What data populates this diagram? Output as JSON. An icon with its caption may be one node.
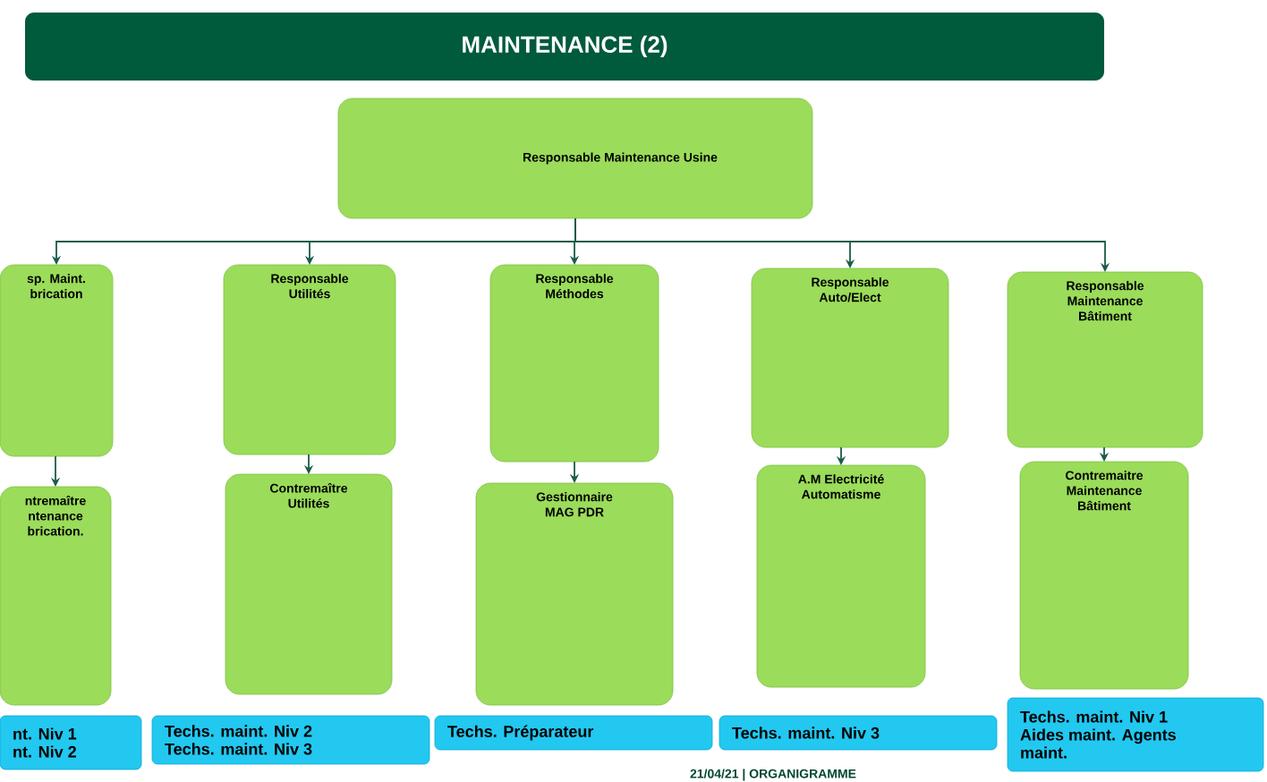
{
  "diagram": {
    "title": "MAINTENANCE (2)",
    "nodes": [
      {
        "text": [
          "Responsable Maintenance Usine"
        ]
      },
      {
        "text": [
          "sp. Maint. brication"
        ]
      },
      {
        "text": [
          "Responsable Utilités"
        ]
      },
      {
        "text": [
          "Responsable Méthodes"
        ]
      },
      {
        "text": [
          "Responsable Auto/Elect"
        ]
      },
      {
        "text": [
          "Responsable Maintenance Bâtiment"
        ]
      },
      {
        "text": [
          "ntremaître ntenance brication."
        ]
      },
      {
        "text": [
          "Contremaître Utilités"
        ]
      },
      {
        "text": [
          "Gestionnaire MAG PDR"
        ]
      },
      {
        "text": [
          "A.M Electricité Automatisme"
        ]
      },
      {
        "text": [
          "Contremaitre Maintenance Bâtiment"
        ]
      },
      {
        "text": [
          "nt. Niv 1 nt. Niv 2"
        ]
      },
      {
        "text": [
          "Techs. maint. Niv 2 Techs. maint. Niv 3"
        ]
      },
      {
        "text": [
          "Techs. Préparateur"
        ]
      },
      {
        "text": [
          "Techs. maint. Niv 3"
        ]
      },
      {
        "text": [
          "Techs. maint. Niv 1 Aides maint. Agents maint."
        ]
      }
    ],
    "edges": [
      {
        "from": 0,
        "to": 1,
        "arrow": "to"
      },
      {
        "from": 0,
        "to": 2,
        "arrow": "to"
      },
      {
        "from": 0,
        "to": 3,
        "arrow": "to"
      },
      {
        "from": 0,
        "to": 4,
        "arrow": "to"
      },
      {
        "from": 0,
        "to": 5,
        "arrow": "to"
      },
      {
        "from": 1,
        "to": 6,
        "arrow": "to"
      },
      {
        "from": 2,
        "to": 7,
        "arrow": "to"
      },
      {
        "from": 3,
        "to": 8,
        "arrow": "to"
      },
      {
        "from": 4,
        "to": 9,
        "arrow": "to"
      },
      {
        "from": 5,
        "to": 10,
        "arrow": "to"
      }
    ],
    "labels": [
      "21/04/21 | ORGANIGRAMME"
    ]
  }
}
